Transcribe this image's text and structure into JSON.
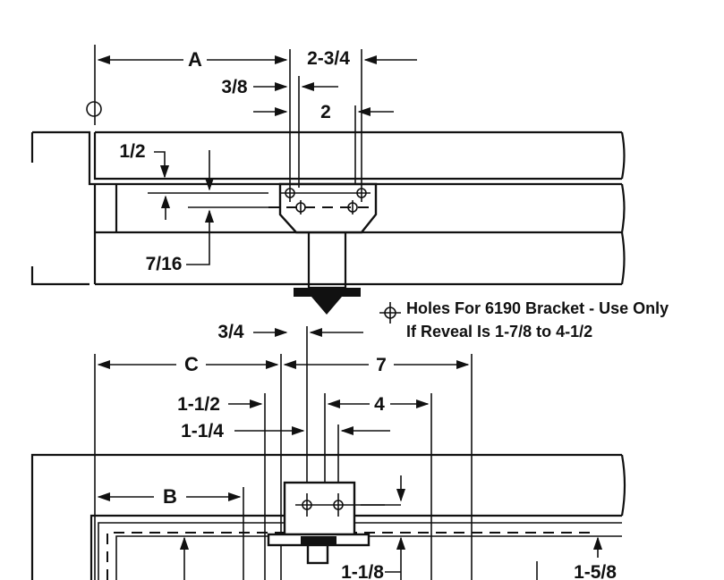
{
  "dimensions": {
    "A": "A",
    "d_2_3_4": "2-3/4",
    "d_3_8": "3/8",
    "d_2": "2",
    "d_1_2": "1/2",
    "d_7_16": "7/16",
    "d_3_4": "3/4",
    "C": "C",
    "d_7": "7",
    "d_1_1_2": "1-1/2",
    "d_4": "4",
    "d_1_1_4": "1-1/4",
    "B": "B",
    "d_1_1_8": "1-1/8",
    "d_1_5_8": "1-5/8"
  },
  "note": {
    "line1": "Holes For 6190 Bracket - Use Only",
    "line2": "If Reveal Is 1-7/8 to 4-1/2"
  },
  "colors": {
    "ink": "#111111",
    "paper": "#ffffff"
  }
}
